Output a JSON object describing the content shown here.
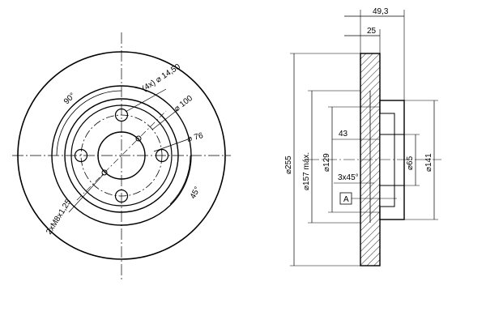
{
  "front_view": {
    "angle_90": "90°",
    "holes_spec": "(4x) ⌀ 14,50",
    "dia_100": "⌀ 100",
    "dia_76": "⌀ 76",
    "angle_45": "45°",
    "thread_spec": "2xM8x1,25"
  },
  "side_view": {
    "width_total": "49,3",
    "width_disc": "25",
    "dia_255": "⌀255",
    "dia_157": "⌀157 máx.",
    "dia_129": "⌀129",
    "dim_43": "43",
    "chamfer": "3x45°",
    "datum": "A",
    "dia_65": "⌀65",
    "dia_141": "⌀141"
  }
}
